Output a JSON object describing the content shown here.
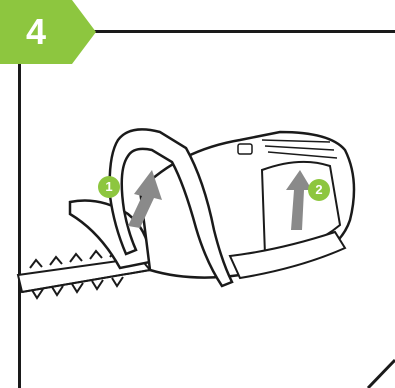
{
  "step": {
    "number": "4"
  },
  "callouts": [
    {
      "label": "1"
    },
    {
      "label": "2"
    }
  ],
  "colors": {
    "accent": "#8dc63f",
    "line": "#1a1a1a",
    "arrow": "#8a8a8a"
  },
  "icons": [
    "hedge-trimmer-illustration",
    "arrow-up-icon"
  ]
}
